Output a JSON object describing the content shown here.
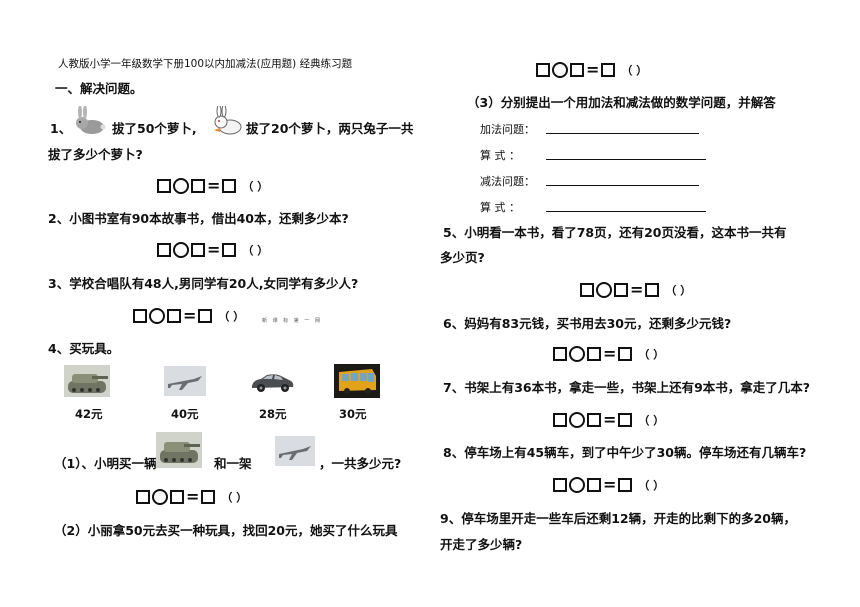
{
  "title": "人教版小学一年级数学下册100以内加减法(应用题) 经典练习题",
  "section": "一、解决问题。",
  "q1": {
    "a": "1、",
    "b": "拔了50个萝卜,",
    "c": "拔了20个萝卜，两只兔子一共",
    "d": "拔了多少个萝卜?"
  },
  "q2": "2、小图书室有90本故事书，借出40本，还剩多少本?",
  "q3": "3、学校合唱队有48人,男同学有20人,女同学有多少人?",
  "q3_note": "新 课 标 第 一 网",
  "q4": "4、买玩具。",
  "prices": [
    "42元",
    "40元",
    "28元",
    "30元"
  ],
  "q4_1": {
    "a": "（1）、小明买一辆",
    "b": "和一架",
    "c": "，一共多少元?"
  },
  "q4_2": "（2）小丽拿50元去买一种玩具，找回20元，她买了什么玩具",
  "q4_3": "（3）分别提出一个用加法和减法做的数学问题，并解答",
  "labels": {
    "add_q": "加法问题：",
    "calc1": "算    式 ：",
    "sub_q": "减法问题：",
    "calc2": "算    式 ："
  },
  "q5": {
    "a": "5、小明看一本书，看了78页，还有20页没看，这本书一共有",
    "b": "多少页?"
  },
  "q6": "6、妈妈有83元钱，买书用去30元，还剩多少元钱?",
  "q7": "7、书架上有36本书，拿走一些，书架上还有9本书，拿走了几本?",
  "q8": "8、停车场上有45辆车，到了中午少了30辆。停车场还有几辆车?",
  "q9": {
    "a": "9、停车场里开走一些车后还剩12辆，开走的比剩下的多20辆，",
    "b": "开走了多少辆?"
  },
  "eq": {
    "equals": "=",
    "paren": "（    ）"
  },
  "icons": [
    "rabbit-icon",
    "tank-icon",
    "jet-icon",
    "car-icon",
    "bus-icon"
  ]
}
